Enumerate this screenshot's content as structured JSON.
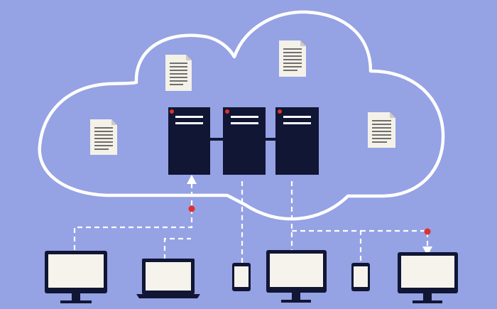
{
  "palette": {
    "background": "#95a2e4",
    "cloud_outline": "#ffffff",
    "server_body": "#101633",
    "server_slot": "#ffffff",
    "server_led": "#e0312c",
    "document_paper": "#f4f1e9",
    "document_lines": "#444444",
    "device_frame": "#101633",
    "device_screen": "#f6f2ec",
    "connector_line": "#ffffff",
    "connector_dot": "#e0312c"
  },
  "diagram": {
    "cloud": {
      "icon": "cloud-outline"
    },
    "servers": [
      {
        "id": "server-1",
        "icon": "server-rack-icon"
      },
      {
        "id": "server-2",
        "icon": "server-rack-icon"
      },
      {
        "id": "server-3",
        "icon": "server-rack-icon"
      }
    ],
    "documents": [
      {
        "id": "document-1",
        "icon": "document-icon"
      },
      {
        "id": "document-2",
        "icon": "document-icon"
      },
      {
        "id": "document-3",
        "icon": "document-icon"
      },
      {
        "id": "document-4",
        "icon": "document-icon"
      }
    ],
    "devices": [
      {
        "id": "desktop-monitor-1",
        "icon": "monitor-icon"
      },
      {
        "id": "laptop-1",
        "icon": "laptop-icon"
      },
      {
        "id": "smartphone-1",
        "icon": "smartphone-icon"
      },
      {
        "id": "desktop-monitor-2",
        "icon": "monitor-icon"
      },
      {
        "id": "smartphone-2",
        "icon": "smartphone-icon"
      },
      {
        "id": "desktop-monitor-3",
        "icon": "monitor-icon"
      }
    ],
    "connections": [
      {
        "from": "desktop-monitor-1",
        "to": "server-1",
        "direction": "upload"
      },
      {
        "from": "laptop-1",
        "to": "server-1",
        "direction": "upload"
      },
      {
        "from": "smartphone-1",
        "to": "server-2",
        "direction": "none"
      },
      {
        "from": "server-3",
        "to": "desktop-monitor-2",
        "direction": "none"
      },
      {
        "from": "server-3",
        "to": "smartphone-2",
        "direction": "none"
      },
      {
        "from": "server-3",
        "to": "desktop-monitor-3",
        "direction": "download"
      }
    ]
  }
}
